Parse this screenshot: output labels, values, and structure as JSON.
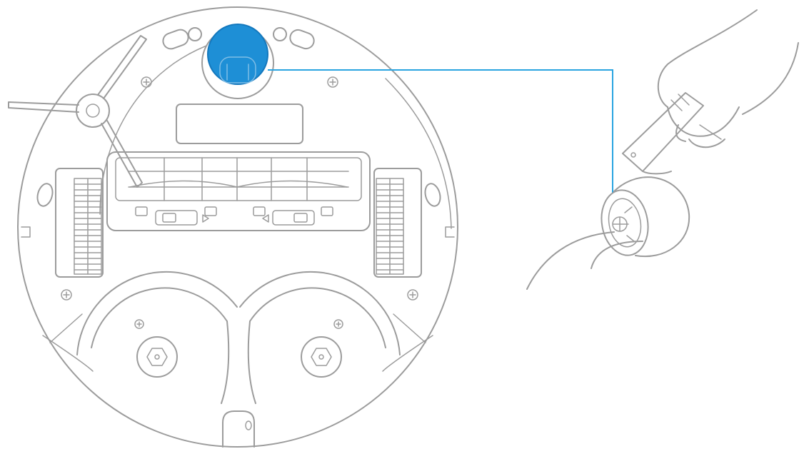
{
  "diagram": {
    "subject": "robot-vacuum-underside",
    "highlighted_part": "caster-wheel",
    "action": "removing-caster-wheel-with-cleaning-tool",
    "colors": {
      "line": "#9c9c9c",
      "highlight_fill": "#1e8fd6",
      "highlight_stroke": "#1478bd",
      "leader": "#2aa4e0",
      "background": "#ffffff"
    },
    "icons": [
      "robot-body",
      "side-brush",
      "caster-wheel",
      "main-brush",
      "cliff-sensor",
      "drive-wheel",
      "screw",
      "cleaning-tool",
      "hand",
      "leader-line"
    ]
  }
}
